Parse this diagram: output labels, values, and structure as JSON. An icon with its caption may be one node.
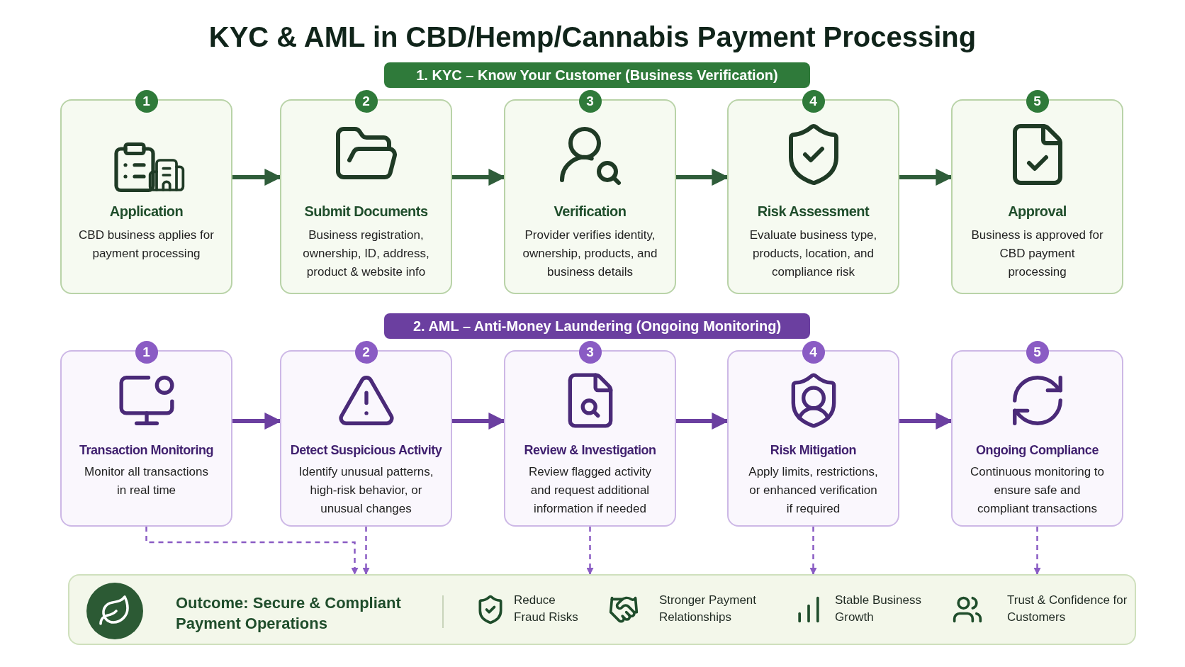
{
  "diagram": {
    "title": "KYC & AML in CBD/Hemp/Cannabis Payment Processing",
    "nodes": [
      {
        "text": [
          "1. KYC – Know Your Customer (Business Verification)"
        ]
      },
      {
        "text": [
          "1",
          "Application",
          "CBD business applies for payment processing"
        ]
      },
      {
        "text": [
          "2",
          "Submit Documents",
          "Business registration, ownership, ID, address, product & website info"
        ]
      },
      {
        "text": [
          "3",
          "Verification",
          "Provider verifies identity, ownership, products, and business details"
        ]
      },
      {
        "text": [
          "4",
          "Risk Assessment",
          "Evaluate business type, products, location, and compliance risk"
        ]
      },
      {
        "text": [
          "5",
          "Approval",
          "Business is approved for CBD payment processing"
        ]
      },
      {
        "text": [
          "2. AML – Anti-Money Laundering (Ongoing Monitoring)"
        ]
      },
      {
        "text": [
          "1",
          "Transaction Monitoring",
          "Monitor all transactions in real time"
        ]
      },
      {
        "text": [
          "2",
          "Detect Suspicious Activity",
          "Identify unusual patterns, high-risk behavior, or unusual changes"
        ]
      },
      {
        "text": [
          "3",
          "Review & Investigation",
          "Review flagged activity and request additional information if needed"
        ]
      },
      {
        "text": [
          "4",
          "Risk Mitigation",
          "Apply limits, restrictions, or enhanced verification if required"
        ]
      },
      {
        "text": [
          "5",
          "Ongoing Compliance",
          "Continuous monitoring to ensure safe and compliant transactions"
        ]
      },
      {
        "text": [
          "Outcome: Secure & Compliant Payment Operations"
        ]
      }
    ],
    "edges": [
      {
        "from": 1,
        "to": 2,
        "arrow": "to",
        "color": "#2f5d3a"
      },
      {
        "from": 2,
        "to": 3,
        "arrow": "to",
        "color": "#2f5d3a"
      },
      {
        "from": 3,
        "to": 4,
        "arrow": "to",
        "color": "#2f5d3a"
      },
      {
        "from": 4,
        "to": 5,
        "arrow": "to",
        "color": "#2f5d3a"
      },
      {
        "from": 7,
        "to": 8,
        "arrow": "to",
        "color": "#6b3fa0"
      },
      {
        "from": 8,
        "to": 9,
        "arrow": "to",
        "color": "#6b3fa0"
      },
      {
        "from": 9,
        "to": 10,
        "arrow": "to",
        "color": "#6b3fa0"
      },
      {
        "from": 10,
        "to": 11,
        "arrow": "to",
        "color": "#6b3fa0"
      },
      {
        "from": 7,
        "to": 12,
        "arrow": "to",
        "style": "dashed",
        "color": "#8a5cc4"
      },
      {
        "from": 8,
        "to": 12,
        "arrow": "to",
        "style": "dashed",
        "color": "#8a5cc4"
      },
      {
        "from": 9,
        "to": 12,
        "arrow": "to",
        "style": "dashed",
        "color": "#8a5cc4"
      },
      {
        "from": 10,
        "to": 12,
        "arrow": "to",
        "style": "dashed",
        "color": "#8a5cc4"
      },
      {
        "from": 11,
        "to": 12,
        "arrow": "to",
        "style": "dashed",
        "color": "#8a5cc4"
      }
    ],
    "labels": [
      "Reduce Fraud Risks",
      "Stronger Payment Relationships",
      "Stable Business Growth",
      "Trust & Confidence for Customers"
    ]
  }
}
